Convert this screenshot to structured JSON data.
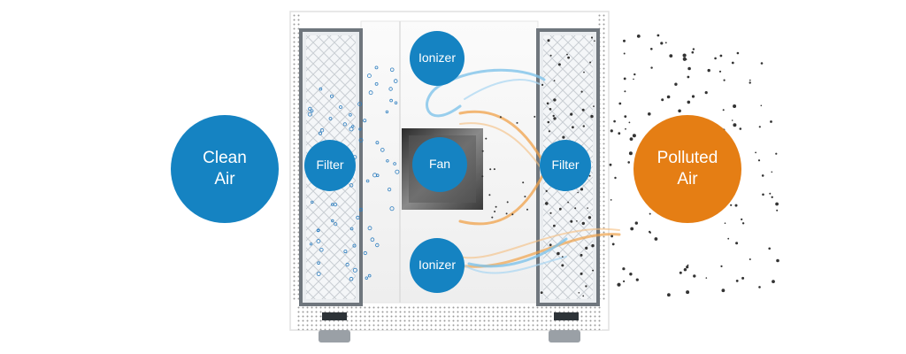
{
  "labels": {
    "clean": [
      "Clean",
      "Air"
    ],
    "polluted": [
      "Polluted",
      "Air"
    ],
    "ionizer_top": "Ionizer",
    "ionizer_bottom": "Ionizer",
    "fan": "Fan",
    "filter_left": "Filter",
    "filter_right": "Filter"
  },
  "colors": {
    "bubble_blue": "#1583c2",
    "bubble_orange": "#e57e14",
    "stream_blue": "#7fc3ea",
    "stream_orange": "#f0a24a",
    "particle_dark": "#333333",
    "particle_blue": "#2f7fc0"
  }
}
